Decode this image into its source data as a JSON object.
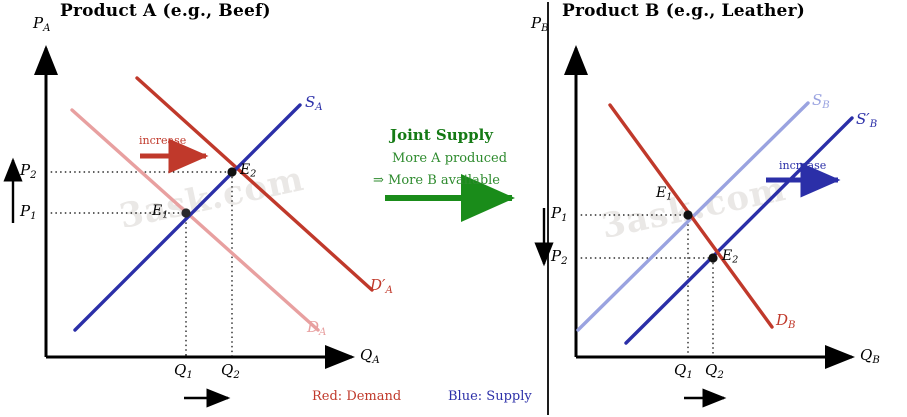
{
  "figure": {
    "watermark": "3ask.com",
    "legend": {
      "demand": "Red: Demand",
      "supply": "Blue: Supply"
    }
  },
  "center": {
    "heading": "Joint Supply",
    "line1": "More A produced",
    "line2_prefix": "⇒",
    "line2": "More B available",
    "arrow_color": "#1a8c1a"
  },
  "panel_a": {
    "title": "Product A (e.g., Beef)",
    "y_axis_label": "P",
    "y_axis_sub": "A",
    "x_axis_label": "Q",
    "x_axis_sub": "A",
    "price_ticks": [
      {
        "label": "P",
        "sub": "2"
      },
      {
        "label": "P",
        "sub": "1"
      }
    ],
    "qty_ticks": [
      {
        "label": "Q",
        "sub": "1"
      },
      {
        "label": "Q",
        "sub": "2"
      }
    ],
    "curves": [
      {
        "name": "supply",
        "label": "S",
        "sub": "A",
        "prime": "",
        "color": "#2b2fa8"
      },
      {
        "name": "demand-original",
        "label": "D",
        "sub": "A",
        "prime": "",
        "color": "#e8a0a0"
      },
      {
        "name": "demand-shifted",
        "label": "D",
        "sub": "A",
        "prime": "′",
        "color": "#c0392b"
      }
    ],
    "equilibria": [
      {
        "label": "E",
        "sub": "1"
      },
      {
        "label": "E",
        "sub": "2"
      }
    ],
    "shift_note": "increase",
    "shift_note_color": "#c0392b",
    "price_direction": "up",
    "qty_direction": "right"
  },
  "panel_b": {
    "title": "Product B (e.g., Leather)",
    "y_axis_label": "P",
    "y_axis_sub": "B",
    "x_axis_label": "Q",
    "x_axis_sub": "B",
    "price_ticks": [
      {
        "label": "P",
        "sub": "1"
      },
      {
        "label": "P",
        "sub": "2"
      }
    ],
    "qty_ticks": [
      {
        "label": "Q",
        "sub": "1"
      },
      {
        "label": "Q",
        "sub": "2"
      }
    ],
    "curves": [
      {
        "name": "supply-original",
        "label": "S",
        "sub": "B",
        "prime": "",
        "color": "#9aa3e0"
      },
      {
        "name": "supply-shifted",
        "label": "S",
        "sub": "B",
        "prime": "′",
        "color": "#2b2fa8"
      },
      {
        "name": "demand",
        "label": "D",
        "sub": "B",
        "prime": "",
        "color": "#c0392b"
      }
    ],
    "equilibria": [
      {
        "label": "E",
        "sub": "1"
      },
      {
        "label": "E",
        "sub": "2"
      }
    ],
    "shift_note": "increase",
    "shift_note_color": "#2b2fa8",
    "price_direction": "down",
    "qty_direction": "right"
  },
  "chart_data": {
    "type": "line",
    "title": "Joint Supply: Product A (Beef) and Product B (Leather)",
    "panels": [
      {
        "name": "Product A (e.g., Beef)",
        "xlabel": "Q_A",
        "ylabel": "P_A",
        "grid": false,
        "series": [
          {
            "name": "S_A",
            "role": "supply",
            "color": "#2b2fa8",
            "points": [
              [
                0.12,
                0.12
              ],
              [
                0.82,
                0.82
              ]
            ]
          },
          {
            "name": "D_A",
            "role": "demand-original",
            "color": "#e8a0a0",
            "points": [
              [
                0.06,
                0.8
              ],
              [
                0.78,
                0.14
              ]
            ]
          },
          {
            "name": "D'_A",
            "role": "demand-shifted",
            "color": "#c0392b",
            "points": [
              [
                0.28,
                0.94
              ],
              [
                0.94,
                0.28
              ]
            ]
          }
        ],
        "equilibria": [
          {
            "name": "E_1",
            "x": 0.44,
            "y": 0.44,
            "x_tick": "Q_1",
            "y_tick": "P_1"
          },
          {
            "name": "E_2",
            "x": 0.57,
            "y": 0.57,
            "x_tick": "Q_2",
            "y_tick": "P_2"
          }
        ],
        "annotations": [
          {
            "text": "increase",
            "type": "shift-arrow",
            "direction": "right",
            "color": "#c0392b"
          },
          {
            "text": "price rises",
            "type": "axis-arrow",
            "direction": "up"
          },
          {
            "text": "quantity rises",
            "type": "axis-arrow",
            "direction": "right"
          }
        ]
      },
      {
        "name": "Product B (e.g., Leather)",
        "xlabel": "Q_B",
        "ylabel": "P_B",
        "grid": false,
        "series": [
          {
            "name": "S_B",
            "role": "supply-original",
            "color": "#9aa3e0",
            "points": [
              [
                0.1,
                0.12
              ],
              [
                0.76,
                0.8
              ]
            ]
          },
          {
            "name": "S'_B",
            "role": "supply-shifted",
            "color": "#2b2fa8",
            "points": [
              [
                0.25,
                0.06
              ],
              [
                0.95,
                0.76
              ]
            ]
          },
          {
            "name": "D_B",
            "role": "demand",
            "color": "#c0392b",
            "points": [
              [
                0.18,
                0.86
              ],
              [
                0.8,
                0.18
              ]
            ]
          }
        ],
        "equilibria": [
          {
            "name": "E_1",
            "x": 0.45,
            "y": 0.55,
            "x_tick": "Q_1",
            "y_tick": "P_1"
          },
          {
            "name": "E_2",
            "x": 0.55,
            "y": 0.38,
            "x_tick": "Q_2",
            "y_tick": "P_2"
          }
        ],
        "annotations": [
          {
            "text": "increase",
            "type": "shift-arrow",
            "direction": "right",
            "color": "#2b2fa8"
          },
          {
            "text": "price falls",
            "type": "axis-arrow",
            "direction": "down"
          },
          {
            "text": "quantity rises",
            "type": "axis-arrow",
            "direction": "right"
          }
        ]
      }
    ],
    "legend": [
      "Red: Demand",
      "Blue: Supply"
    ],
    "legend_position": "bottom-center"
  }
}
